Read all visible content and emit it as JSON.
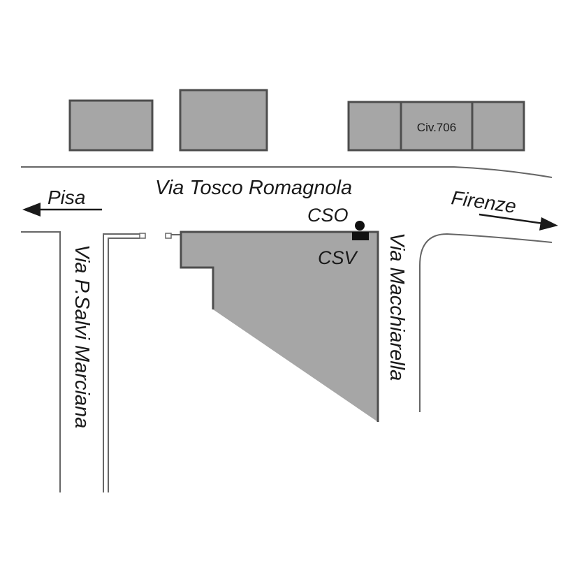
{
  "map": {
    "streets": {
      "main": "Via Tosco Romagnola",
      "left_vertical": "Via P.Salvi Marciana",
      "right_vertical": "Via Macchiarella"
    },
    "directions": {
      "left": "Pisa",
      "right": "Firenze"
    },
    "markers": {
      "cso": "CSO",
      "csv": "CSV"
    },
    "civic_number": "Civ.706",
    "colors": {
      "building_fill": "#a6a6a6",
      "building_stroke": "#4d4d4d",
      "road_line": "#666666",
      "marker": "#111111"
    }
  }
}
